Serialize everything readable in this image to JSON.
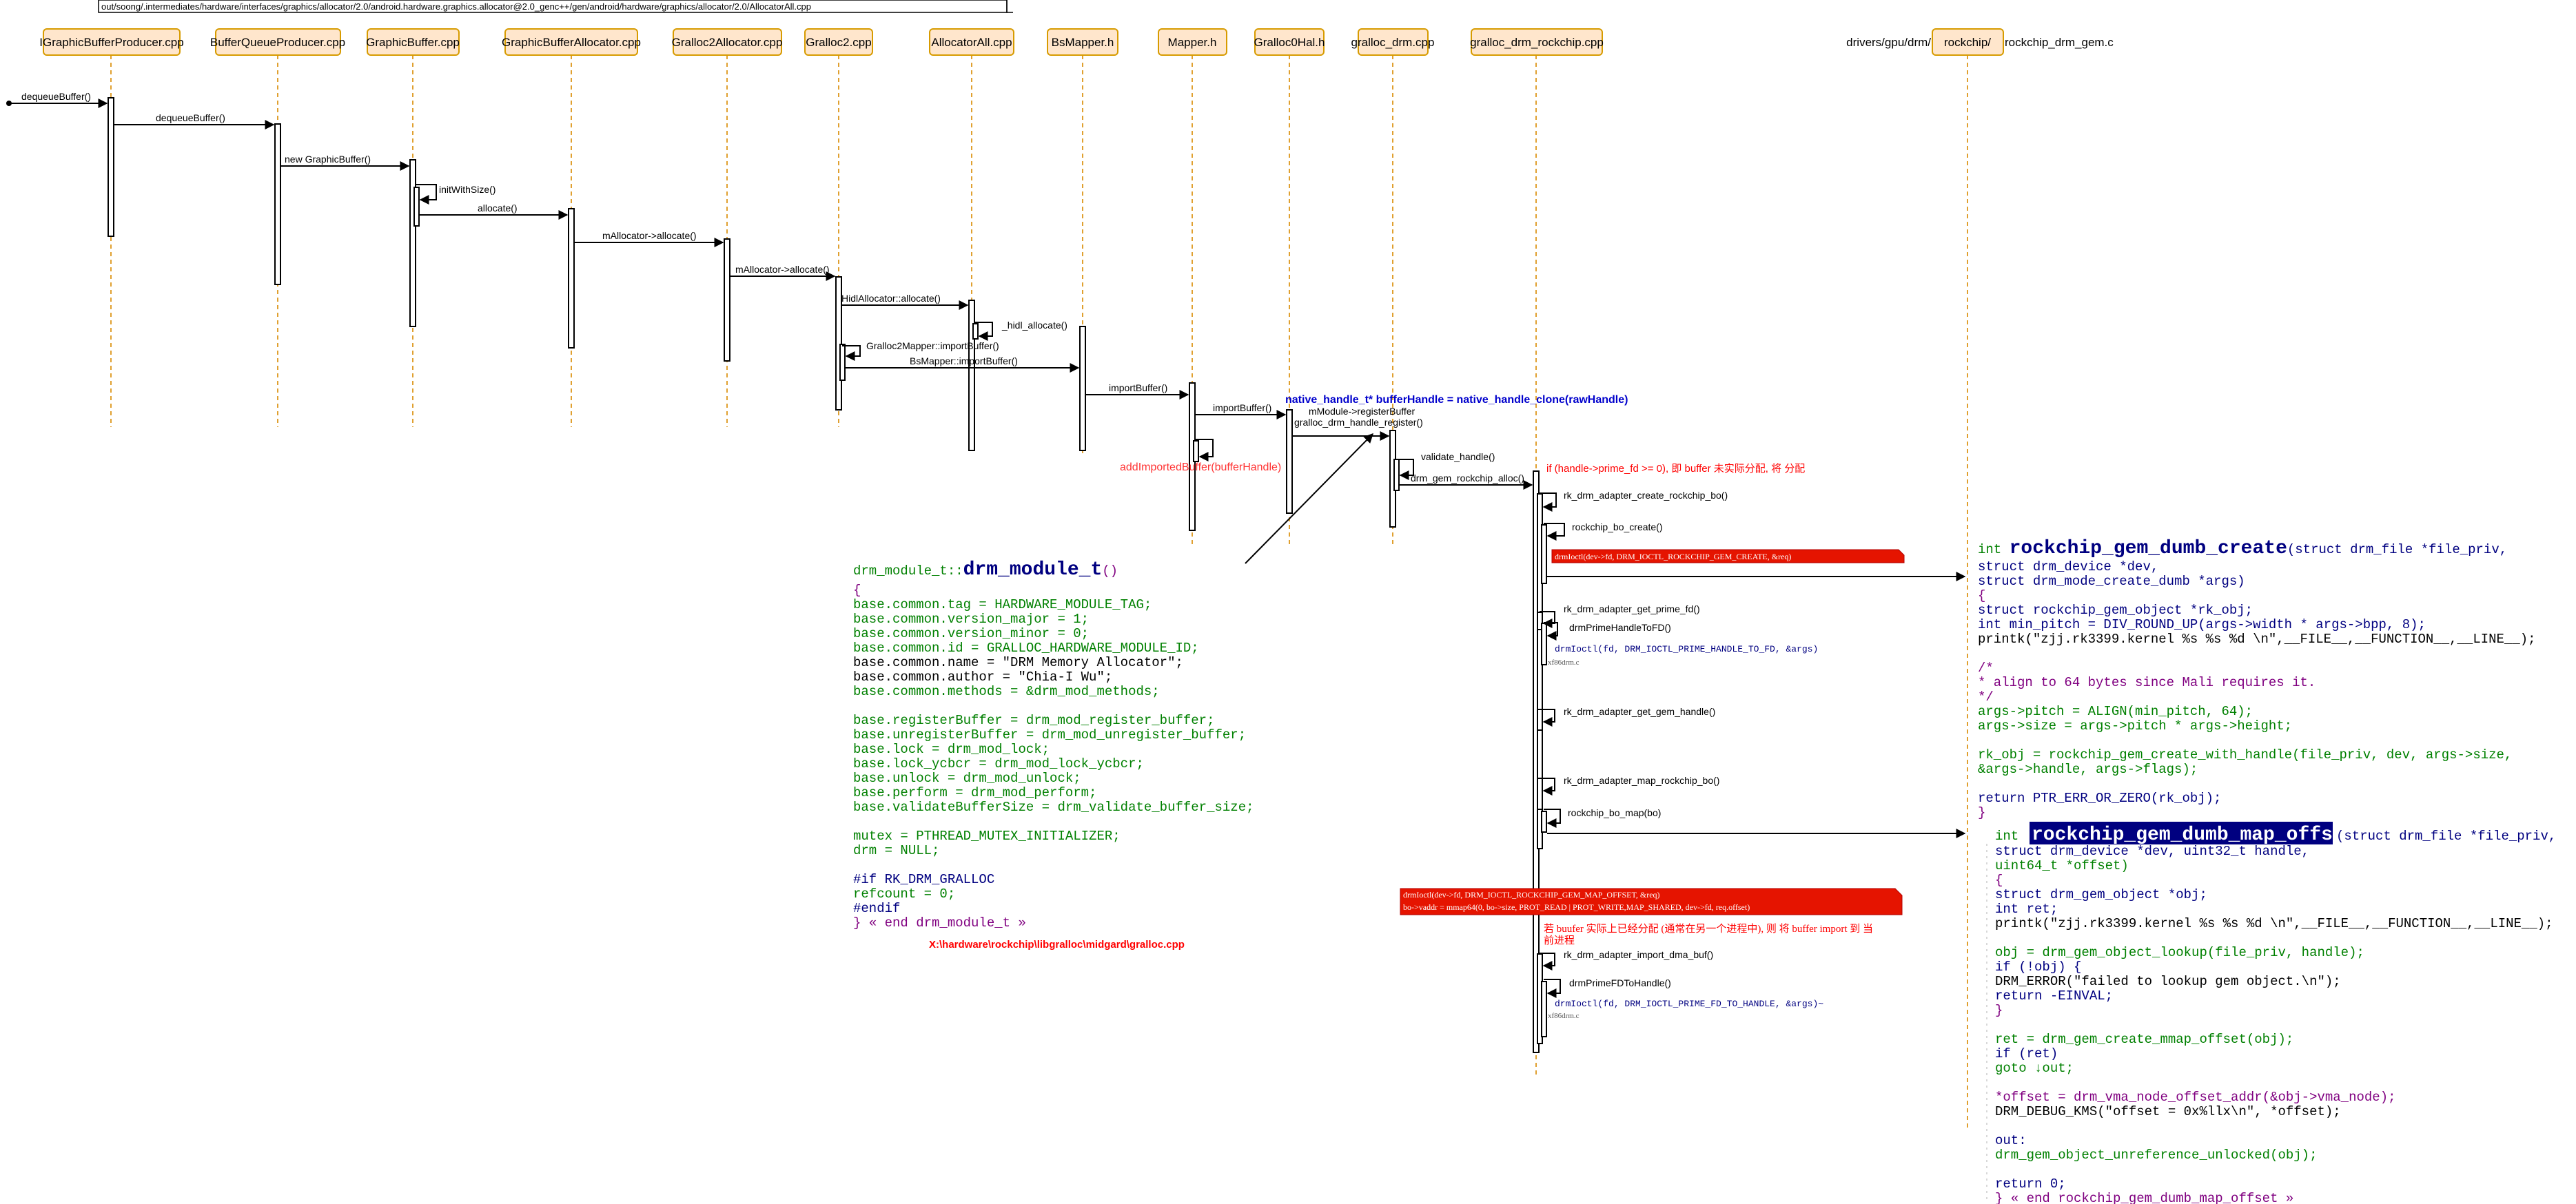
{
  "header": {
    "path": "out/soong/.intermediates/hardware/interfaces/graphics/allocator/2.0/android.hardware.graphics.allocator@2.0_genc++/gen/android/hardware/graphics/allocator/2.0/AllocatorAll.cpp"
  },
  "participants": [
    "IGraphicBufferProducer.cpp",
    "BufferQueueProducer.cpp",
    "GraphicBuffer.cpp",
    "GraphicBufferAllocator.cpp",
    "Gralloc2Allocator.cpp",
    "Gralloc2.cpp",
    "AllocatorAll.cpp",
    "BsMapper.h",
    "Mapper.h",
    "Gralloc0Hal.h",
    "gralloc_drm.cpp",
    "gralloc_drm_rockchip.cpp"
  ],
  "kernel_participant": {
    "prefix": "drivers/gpu/drm/",
    "box": "rockchip/",
    "suffix": "rockchip_drm_gem.c"
  },
  "messages": [
    "dequeueBuffer()",
    "dequeueBuffer()",
    "new GraphicBuffer()",
    "initWithSize()",
    "allocate()",
    "mAllocator->allocate()",
    "mAllocator->allocate()",
    "HidlAllocator::allocate()",
    "_hidl_allocate()",
    "Gralloc2Mapper::importBuffer()",
    "BsMapper::importBuffer()",
    "importBuffer()",
    "importBuffer()",
    "mModule->registerBuffer",
    "gralloc_drm_handle_register()",
    "validate_handle()",
    "drm_gem_rockchip_alloc()",
    "rk_drm_adapter_create_rockchip_bo()",
    "rockchip_bo_create()",
    "rk_drm_adapter_get_prime_fd()",
    "drmPrimeHandleToFD()",
    "rk_drm_adapter_get_gem_handle()",
    "rk_drm_adapter_map_rockchip_bo()",
    "rockchip_bo_map(bo)",
    "rk_drm_adapter_import_dma_buf()",
    "drmPrimeFDToHandle()"
  ],
  "notes": {
    "native_handle": "native_handle_t* bufferHandle = native_handle_clone(rawHandle)",
    "add_imported": "addImportedBuffer(bufferHandle)",
    "prime_fd": "if (handle->prime_fd >= 0), 即 buffer 未实际分配, 将 分配",
    "ioctl_create": "drmIoctl(dev->fd, DRM_IOCTL_ROCKCHIP_GEM_CREATE, &req)",
    "ioctl_prime_handle": "drmIoctl(fd, DRM_IOCTL_PRIME_HANDLE_TO_FD, &args)",
    "xf86": "xf86drm.c",
    "map_offset_1": "drmIoctl(dev->fd, DRM_IOCTL_ROCKCHIP_GEM_MAP_OFFSET, &req)",
    "map_offset_2": "bo->vaddr = mmap64(0, bo->size, PROT_READ | PROT_WRITE,MAP_SHARED, dev->fd, req.offset)",
    "cn_import_1": "若 buufer 实际上已经分配 (通常在另一个进程中), 则 将 buffer import 到 当",
    "cn_import_2": "前进程",
    "ioctl_fd_to_handle": "drmIoctl(fd, DRM_IOCTL_PRIME_FD_TO_HANDLE, &args)~",
    "xf86_2": "xf86drm.c"
  },
  "gralloc_code": {
    "sig_type": "drm_module_t::",
    "sig_name": "drm_module_t",
    "sig_paren": "()",
    "lines": [
      "{",
      "    base.common.tag = HARDWARE_MODULE_TAG;",
      "    base.common.version_major = 1;",
      "    base.common.version_minor = 0;",
      "    base.common.id = GRALLOC_HARDWARE_MODULE_ID;",
      "    base.common.name = \"DRM Memory Allocator\";",
      "    base.common.author = \"Chia-I Wu\";",
      "    base.common.methods = &drm_mod_methods;",
      "",
      "    base.registerBuffer = drm_mod_register_buffer;",
      "    base.unregisterBuffer = drm_mod_unregister_buffer;",
      "    base.lock = drm_mod_lock;",
      "    base.lock_ycbcr = drm_mod_lock_ycbcr;",
      "    base.unlock = drm_mod_unlock;",
      "    base.perform = drm_mod_perform;",
      "    base.validateBufferSize = drm_validate_buffer_size;",
      "",
      "    mutex = PTHREAD_MUTEX_INITIALIZER;",
      "    drm = NULL;",
      "",
      "#if RK_DRM_GRALLOC",
      "    refcount = 0;",
      "#endif",
      "} « end drm_module_t »"
    ],
    "path": "X:\\hardware\\rockchip\\libgralloc\\midgard\\gralloc.cpp"
  },
  "kernel_code_1": {
    "ret": "int ",
    "name": "rockchip_gem_dumb_create",
    "params": "(struct drm_file *file_priv,",
    "lines": [
      "                         struct drm_device *dev,",
      "                         struct drm_mode_create_dumb *args)",
      "{",
      "    struct rockchip_gem_object *rk_obj;",
      "    int min_pitch = DIV_ROUND_UP(args->width * args->bpp, 8);",
      "    printk(\"zjj.rk3399.kernel %s %s %d \\n\",__FILE__,__FUNCTION__,__LINE__);",
      "",
      "    /*",
      "     * align to 64 bytes since Mali requires it.",
      "     */",
      "    args->pitch = ALIGN(min_pitch, 64);",
      "    args->size = args->pitch * args->height;",
      "",
      "    rk_obj = rockchip_gem_create_with_handle(file_priv, dev, args->size,",
      "                                     &args->handle, args->flags);",
      "",
      "    return PTR_ERR_OR_ZERO(rk_obj);",
      "}"
    ]
  },
  "kernel_code_2": {
    "ret": "int ",
    "name": "rockchip_gem_dumb_map_offset",
    "params": "(struct drm_file *file_priv,",
    "lines": [
      "                       struct drm_device *dev, uint32_t handle,",
      "                       uint64_t *offset)",
      "{",
      "    struct drm_gem_object *obj;",
      "    int ret;",
      "    printk(\"zjj.rk3399.kernel %s %s %d \\n\",__FILE__,__FUNCTION__,__LINE__);",
      "",
      "    obj = drm_gem_object_lookup(file_priv, handle);",
      "    if (!obj) {",
      "        DRM_ERROR(\"failed to lookup gem object.\\n\");",
      "        return -EINVAL;",
      "    }",
      "",
      "    ret = drm_gem_create_mmap_offset(obj);",
      "    if (ret)",
      "        goto ↓out;",
      "",
      "    *offset = drm_vma_node_offset_addr(&obj->vma_node);",
      "    DRM_DEBUG_KMS(\"offset = 0x%llx\\n\", *offset);",
      "",
      "out:",
      "    drm_gem_object_unreference_unlocked(obj);",
      "",
      "    return 0;",
      "} « end rockchip_gem_dumb_map_offset »"
    ]
  },
  "colors": {
    "participant_fill": "#ffe6cc",
    "participant_border": "#d79b00",
    "lifeline": "#e0a030",
    "note_red": "#e51400",
    "blue_text": "#0000cc",
    "red_text": "#ff0000",
    "code_keyword": "#000080",
    "code_function": "#008000",
    "code_string_bg": "#ffffcc",
    "code_number": "#ff0000"
  }
}
